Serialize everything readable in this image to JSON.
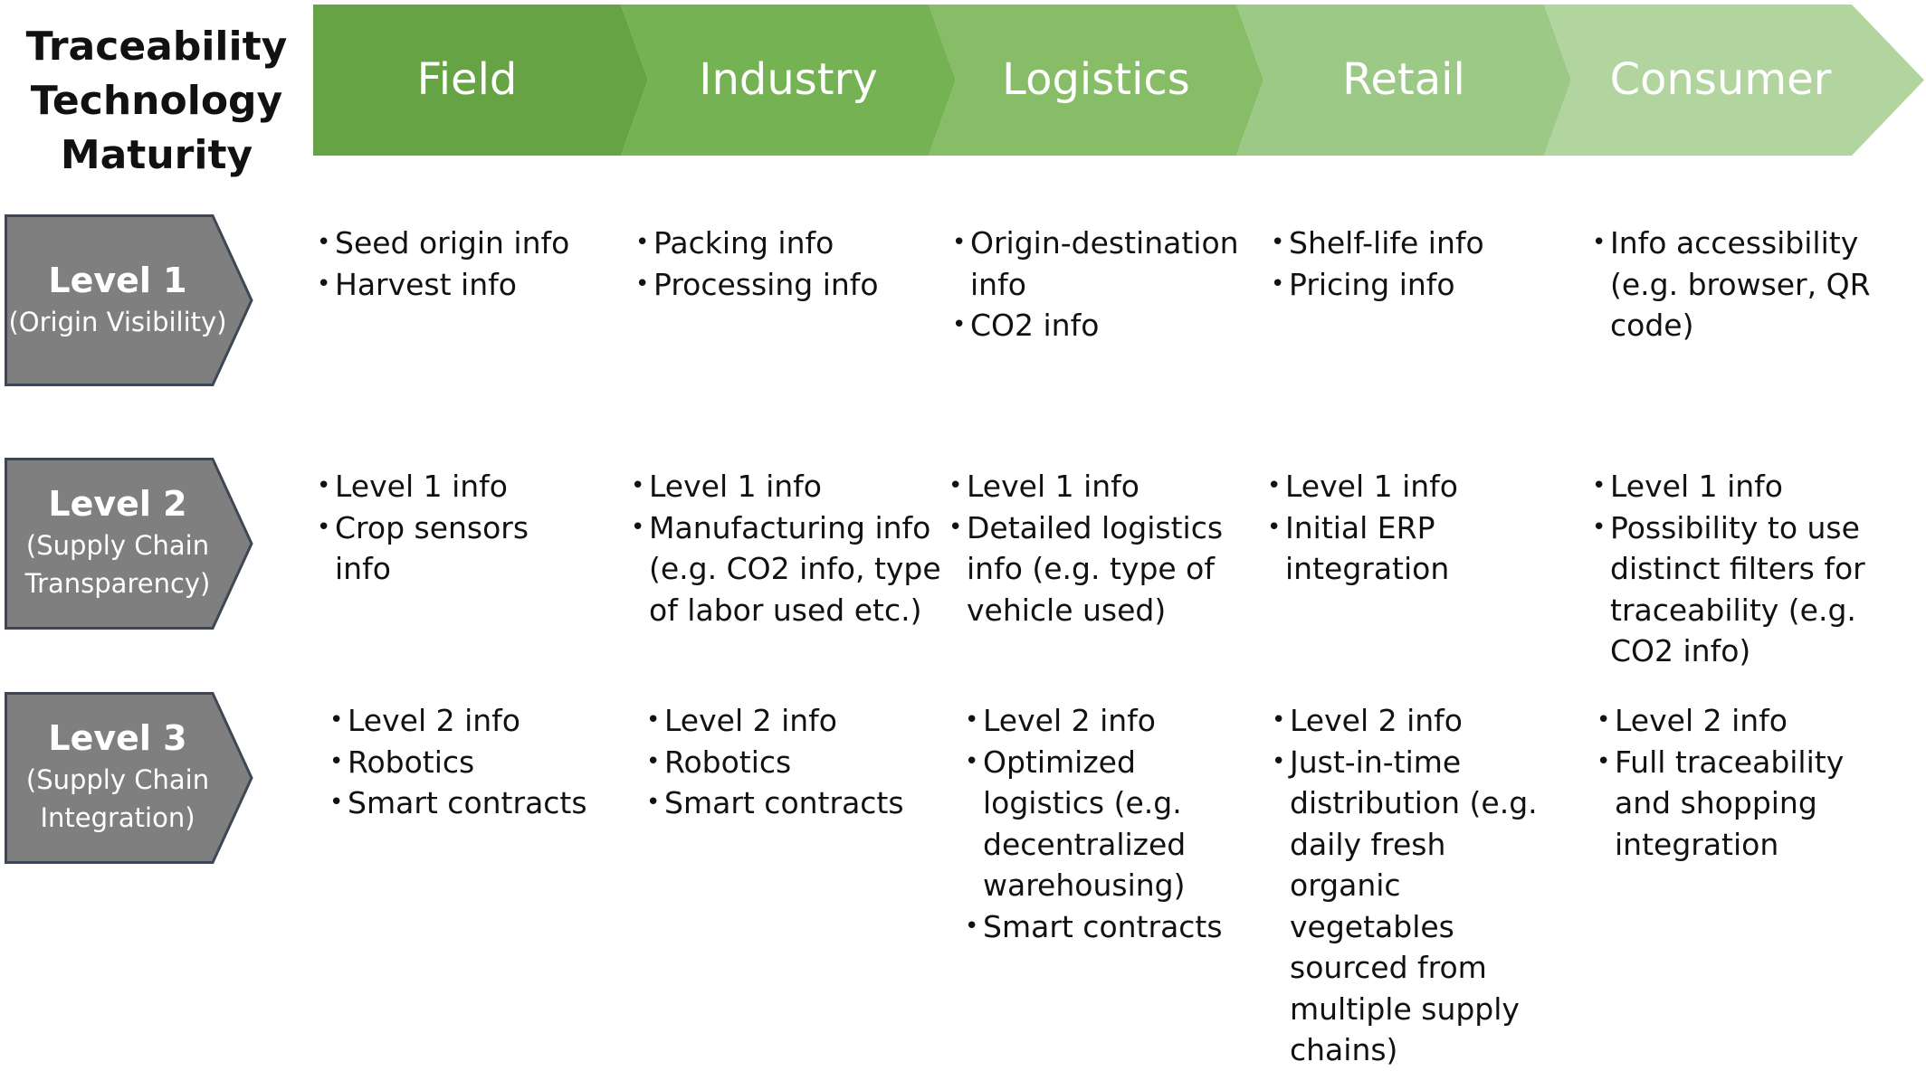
{
  "title": "Traceability Technology Maturity",
  "colors": {
    "stage_fills": [
      "#65a344",
      "#75b253",
      "#86bd66",
      "#9cc986",
      "#b2d5a0"
    ],
    "level_fill": "#7f7f7f",
    "level_stroke": "#3e4756"
  },
  "stages": [
    "Field",
    "Industry",
    "Logistics",
    "Retail",
    "Consumer"
  ],
  "levels": [
    {
      "name": "Level 1",
      "subtitle": [
        "(Origin Visibility)"
      ],
      "cells": [
        [
          "Seed origin info",
          "Harvest info"
        ],
        [
          "Packing info",
          "Processing info"
        ],
        [
          "Origin-destination info",
          "CO2 info"
        ],
        [
          "Shelf-life info",
          "Pricing info"
        ],
        [
          "Info accessibility (e.g. browser, QR code)"
        ]
      ]
    },
    {
      "name": "Level 2",
      "subtitle": [
        "(Supply Chain",
        "Transparency)"
      ],
      "cells": [
        [
          "Level 1 info",
          "Crop sensors info"
        ],
        [
          "Level 1 info",
          "Manufacturing info (e.g. CO2 info, type of labor used etc.)"
        ],
        [
          "Level 1 info",
          "Detailed logistics info (e.g. type of vehicle used)"
        ],
        [
          "Level 1 info",
          "Initial ERP integration"
        ],
        [
          "Level 1 info",
          "Possibility to use distinct filters for traceability (e.g. CO2 info)"
        ]
      ]
    },
    {
      "name": "Level 3",
      "subtitle": [
        "(Supply Chain",
        "Integration)"
      ],
      "cells": [
        [
          "Level 2 info",
          "Robotics",
          "Smart contracts"
        ],
        [
          "Level 2 info",
          "Robotics",
          "Smart contracts"
        ],
        [
          "Level 2 info",
          "Optimized logistics (e.g. decentralized warehousing)",
          "Smart contracts"
        ],
        [
          "Level 2 info",
          "Just-in-time distribution (e.g. daily fresh organic vegetables sourced from multiple supply chains)"
        ],
        [
          "Level 2 info",
          "Full traceability and shopping integration"
        ]
      ]
    }
  ]
}
